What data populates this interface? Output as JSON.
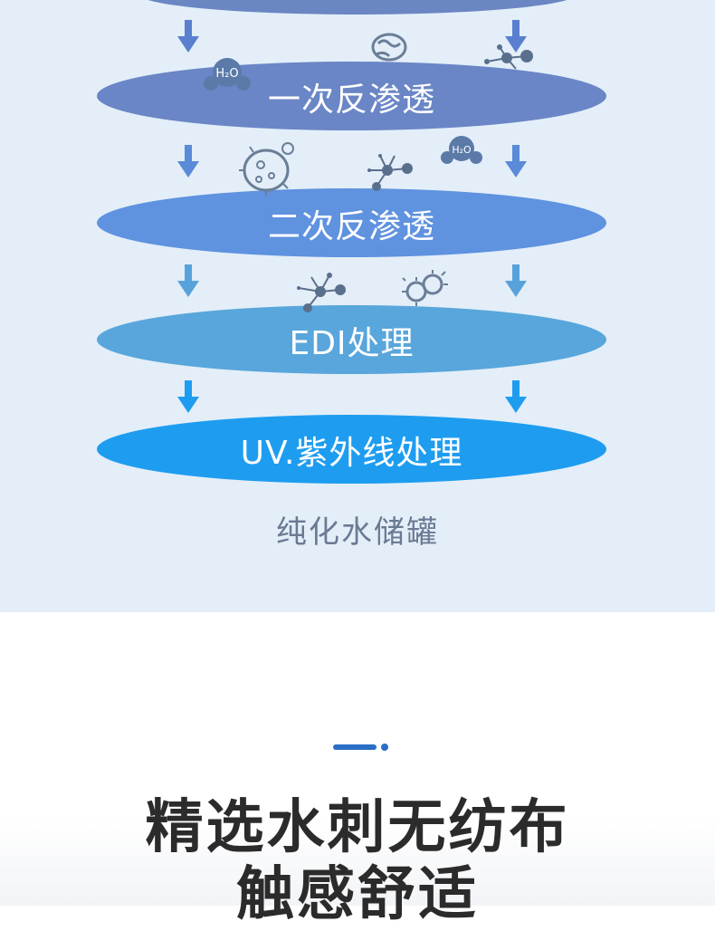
{
  "stages": [
    {
      "label": "一次反渗透",
      "color": "#6a86c6"
    },
    {
      "label": "二次反渗透",
      "color": "#5f92df"
    },
    {
      "label": "EDI处理",
      "color": "#58a6db"
    },
    {
      "label": "UV.紫外线处理",
      "color": "#1e9df0"
    }
  ],
  "tank": {
    "label": "纯化水储罐"
  },
  "molecule_labels": {
    "h2o": "H₂O"
  },
  "section": {
    "title_line1": "精选水刺无纺布",
    "title_line2": "触感舒适"
  },
  "icons": [
    "down-arrow-icon",
    "bacteria-icon",
    "molecule-icon",
    "h2o-molecule-icon",
    "virus-icon"
  ]
}
